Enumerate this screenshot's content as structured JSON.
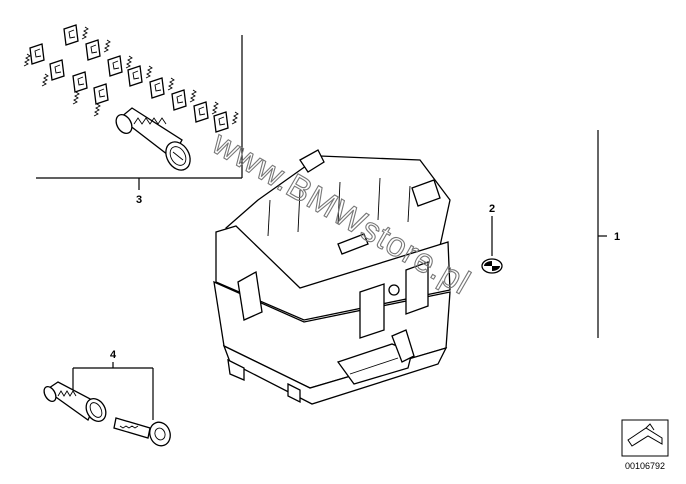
{
  "diagram": {
    "callouts": {
      "part_1": "1",
      "part_2": "2",
      "part_3": "3",
      "part_4": "4"
    },
    "watermark": "www.BMWstore.pl",
    "reference_number": "00106792",
    "reference_icon": "bmw-diagram-arrow-icon"
  }
}
